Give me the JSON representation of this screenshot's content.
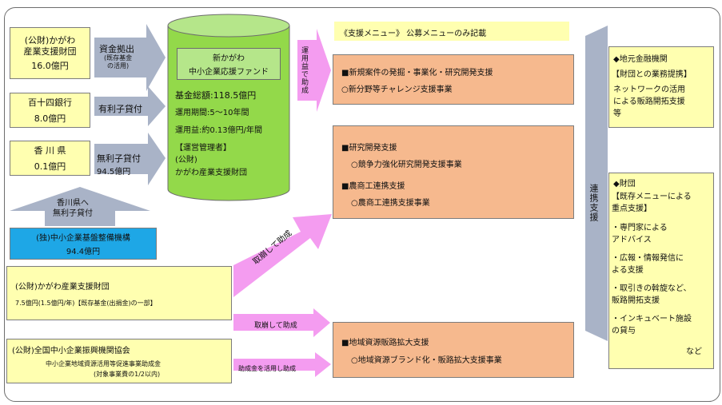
{
  "left": {
    "kagawa_foundation": {
      "name": "(公財)かがわ\n産業支援財団",
      "amount": "16.0億円"
    },
    "bank": {
      "name": "百十四銀行",
      "amount": "8.0億円"
    },
    "prefecture": {
      "name": "香 川 県",
      "amount": "0.1億円"
    },
    "smrj": {
      "name": "(独)中小企業基盤整備機構",
      "amount": "94.4億円"
    },
    "kagawa_foundation2": {
      "name": "(公財)かがわ産業支援財団",
      "detail": "7.5億円(1.5億円/年)【既存基金(出捐金)の一部】"
    },
    "national_assoc": {
      "name": "(公財)全国中小企業振興機関協会",
      "detail1": "中小企業地域資源活用等促進事業助成金",
      "detail2": "(対象事業費の1/2以内)"
    }
  },
  "arrows": {
    "capital": {
      "main": "資金拠出",
      "sub": "(既存基金\nの活用)"
    },
    "interest_loan": "有利子貸付",
    "free_loan": {
      "main": "無利子貸付",
      "amount": "94.5億円"
    },
    "to_pref": "香川県へ\n無利子貸付",
    "withdraw1": "取崩して助成",
    "withdraw2": "取崩して助成",
    "grant_use": "助成金を活用し助成",
    "operating_profit": "運用益で助成",
    "cooperation": "連携支援"
  },
  "fund": {
    "title1": "新かがわ",
    "title2": "中小企業応援ファンド",
    "total": "基金総額:118.5億円",
    "period": "運用期間:5〜10年間",
    "profit": "運用益:約0.13億円/年間",
    "manager_label": "【運営管理者】",
    "manager1": "(公財)",
    "manager2": "かがわ産業支援財団"
  },
  "menu": {
    "header": "《支援メニュー》 公募メニューのみ記載",
    "box1": {
      "title": "■新規案件の発掘・事業化・研究開発支援",
      "item": "○新分野等チャレンジ支援事業"
    },
    "box2": {
      "title1": "■研究開発支援",
      "item1": "○競争力強化研究開発支援事業",
      "title2": "■農商工連携支援",
      "item2": "○農商工連携支援事業"
    },
    "box3": {
      "title": "■地域資源販路拡大支援",
      "item": "○地域資源ブランド化・販路拡大支援事業"
    }
  },
  "right": {
    "bank_box": {
      "title": "◆地元金融機関",
      "sub": "【財団との業務提携】",
      "body": "ネットワークの活用\nによる販路開拓支援\n等"
    },
    "foundation_box": {
      "title": "◆財団",
      "sub": "【既存メニューによる\n重点支援】",
      "items": [
        "・専門家による\n アドバイス",
        "・広報・情報発信に\n よる支援",
        "・取引きの斡旋など、\n 販路開拓支援",
        "・インキュベート施設\n の貸与"
      ],
      "etc": "など"
    }
  },
  "colors": {
    "yellow": "#ffffb0",
    "orange": "#f6b98e",
    "green": "#93d94a",
    "blue": "#1ea7e6",
    "arrow_gray": "#a9b3c7",
    "arrow_pink": "#f49cf0"
  }
}
